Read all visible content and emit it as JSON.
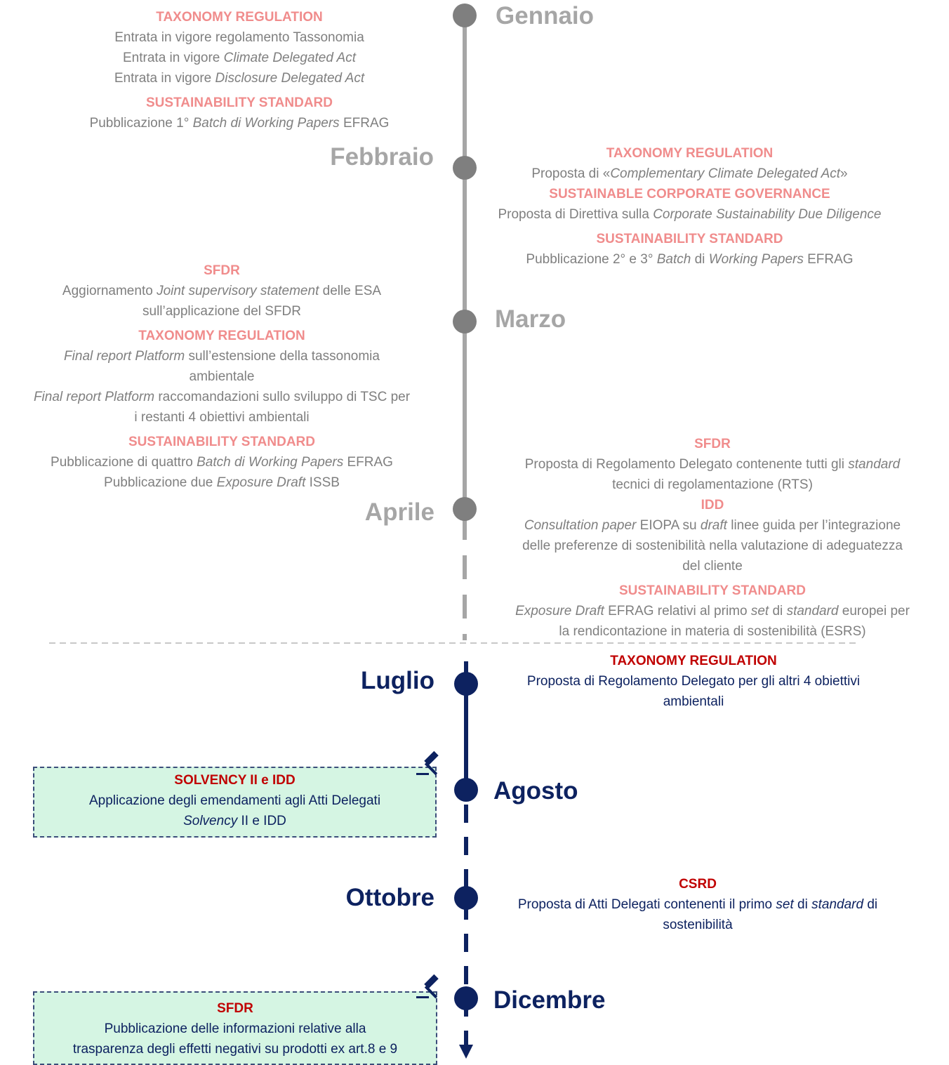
{
  "months": {
    "gennaio": "Gennaio",
    "febbraio": "Febbraio",
    "marzo": "Marzo",
    "aprile": "Aprile",
    "luglio": "Luglio",
    "agosto": "Agosto",
    "ottobre": "Ottobre",
    "dicembre": "Dicembre"
  },
  "gennaio_block": {
    "h1": "TAXONOMY REGULATION",
    "l1": "Entrata in vigore regolamento Tassonomia",
    "l2a": "Entrata in vigore ",
    "l2b": "Climate Delegated Act",
    "l3a": "Entrata in vigore ",
    "l3b": "Disclosure Delegated Act",
    "h2": "SUSTAINABILITY STANDARD",
    "l4a": "Pubblicazione 1° ",
    "l4b": "Batch di Working Papers",
    "l4c": " EFRAG"
  },
  "febbraio_block": {
    "h1": "TAXONOMY REGULATION",
    "l1a": "Proposta di «",
    "l1b": "Complementary Climate Delegated Act",
    "l1c": "»",
    "h2": "SUSTAINABLE CORPORATE GOVERNANCE",
    "l2a": "Proposta di Direttiva sulla ",
    "l2b": "Corporate Sustainability Due Diligence",
    "h3": "SUSTAINABILITY STANDARD",
    "l3a": "Pubblicazione 2° e 3° ",
    "l3b": "Batch",
    "l3c": " di ",
    "l3d": "Working Papers",
    "l3e": " EFRAG"
  },
  "marzo_block": {
    "h1": "SFDR",
    "l1a": "Aggiornamento ",
    "l1b": "Joint supervisory statement",
    "l1c": " delle ESA",
    "l2": "sull’applicazione del SFDR",
    "h2": "TAXONOMY REGULATION",
    "l3a": "Final report Platform",
    "l3b": " sull’estensione della tassonomia",
    "l4": "ambientale",
    "l5a": "Final report Platform",
    "l5b": " raccomandazioni sullo sviluppo di TSC per",
    "l6": "i restanti 4 obiettivi ambientali",
    "h3": "SUSTAINABILITY STANDARD",
    "l7a": "Pubblicazione di quattro ",
    "l7b": "Batch di Working Papers",
    "l7c": " EFRAG",
    "l8a": "Pubblicazione due ",
    "l8b": "Exposure Draft",
    "l8c": "  ISSB"
  },
  "aprile_block": {
    "h1": "SFDR",
    "l1a": "Proposta di Regolamento Delegato contenente tutti gli ",
    "l1b": "standard",
    "l2": "tecnici di regolamentazione (RTS)",
    "h2": "IDD",
    "l3a": "Consultation paper",
    "l3b": " EIOPA su ",
    "l3c": "draft",
    "l3d": " linee guida per l’integrazione",
    "l4": "delle preferenze di sostenibilità nella valutazione di adeguatezza",
    "l5": "del cliente",
    "h3": "SUSTAINABILITY STANDARD",
    "l6a": "Exposure Draft",
    "l6b": " EFRAG relativi al primo ",
    "l6c": "set",
    "l6d": " di ",
    "l6e": "standard",
    "l6f": " europei per",
    "l7": "la rendicontazione in materia di sostenibilità (ESRS)"
  },
  "luglio_block": {
    "h1": "TAXONOMY REGULATION",
    "l1": "Proposta di Regolamento Delegato per gli altri 4 obiettivi",
    "l2": "ambientali"
  },
  "agosto_box": {
    "h1": "SOLVENCY II e IDD",
    "l1": "Applicazione degli emendamenti agli Atti Delegati",
    "l2a": "Solvency",
    "l2b": " II e IDD"
  },
  "ottobre_block": {
    "h1": "CSRD",
    "l1a": "Proposta di Atti Delegati contenenti il primo ",
    "l1b": "set",
    "l1c": " di ",
    "l1d": "standard",
    "l1e": " di",
    "l2": "sostenibilità"
  },
  "dicembre_box": {
    "h1": "SFDR",
    "l1": "Pubblicazione delle informazioni  relative alla",
    "l2": "trasparenza degli effetti negativi su prodotti ex art.8 e 9"
  },
  "colors": {
    "past_month": "#a6a6a6",
    "past_text": "#7f7f7f",
    "past_heading": "#f08c8c",
    "future_navy": "#0d2260",
    "future_heading": "#c00000",
    "box_fill": "#d5f5e3"
  },
  "icons": [
    "gavel-icon",
    "gavel-icon"
  ]
}
